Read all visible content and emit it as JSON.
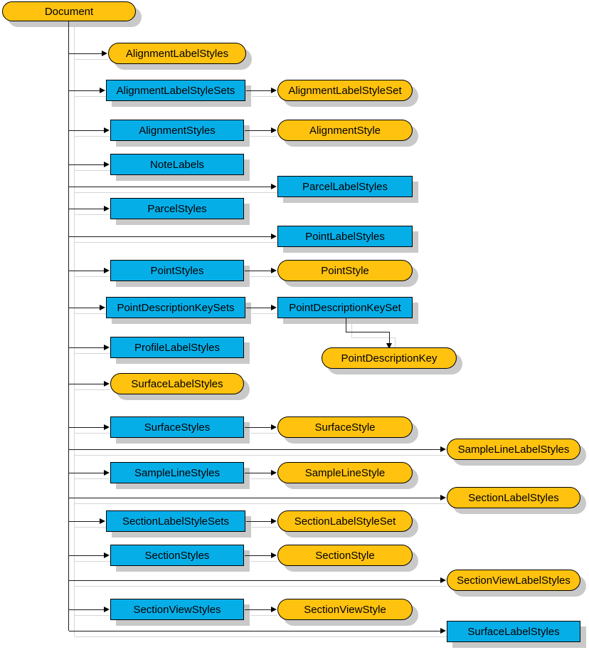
{
  "diagram": {
    "title": "Document",
    "colors": {
      "collection": "#06AEE8",
      "object": "#FFC20E",
      "shadow": "#c9c9c9",
      "line": "#1a1a1a",
      "ghost_line": "#d6d6d6",
      "background": "#ffffff"
    },
    "root": {
      "label": "Document",
      "shape": "rounded",
      "color": "object"
    },
    "column1": [
      {
        "label": "AlignmentLabelStyles",
        "shape": "rounded",
        "color": "object"
      },
      {
        "label": "AlignmentLabelStyleSets",
        "shape": "rectangle",
        "color": "collection"
      },
      {
        "label": "AlignmentStyles",
        "shape": "rectangle",
        "color": "collection"
      },
      {
        "label": "NoteLabels",
        "shape": "rectangle",
        "color": "collection"
      },
      {
        "label": "ParcelStyles",
        "shape": "rectangle",
        "color": "collection"
      },
      {
        "label": "PointStyles",
        "shape": "rectangle",
        "color": "collection"
      },
      {
        "label": "PointDescriptionKeySets",
        "shape": "rectangle",
        "color": "collection"
      },
      {
        "label": "ProfileLabelStyles",
        "shape": "rectangle",
        "color": "collection"
      },
      {
        "label": "SurfaceLabelStyles",
        "shape": "rounded",
        "color": "object"
      },
      {
        "label": "SurfaceStyles",
        "shape": "rectangle",
        "color": "collection"
      },
      {
        "label": "SampleLineStyles",
        "shape": "rectangle",
        "color": "collection"
      },
      {
        "label": "SectionLabelStyleSets",
        "shape": "rectangle",
        "color": "collection"
      },
      {
        "label": "SectionStyles",
        "shape": "rectangle",
        "color": "collection"
      },
      {
        "label": "SectionViewStyles",
        "shape": "rectangle",
        "color": "collection"
      }
    ],
    "column2": [
      {
        "label": "AlignmentLabelStyleSet",
        "shape": "rounded",
        "color": "object"
      },
      {
        "label": "AlignmentStyle",
        "shape": "rounded",
        "color": "object"
      },
      {
        "label": "ParcelLabelStyles",
        "shape": "rectangle",
        "color": "collection"
      },
      {
        "label": "PointLabelStyles",
        "shape": "rectangle",
        "color": "collection"
      },
      {
        "label": "PointStyle",
        "shape": "rounded",
        "color": "object"
      },
      {
        "label": "PointDescriptionKeySet",
        "shape": "rectangle",
        "color": "collection"
      },
      {
        "label": "PointDescriptionKey",
        "shape": "rounded",
        "color": "object"
      },
      {
        "label": "SurfaceStyle",
        "shape": "rounded",
        "color": "object"
      },
      {
        "label": "SampleLineStyle",
        "shape": "rounded",
        "color": "object"
      },
      {
        "label": "SectionLabelStyleSet",
        "shape": "rounded",
        "color": "object"
      },
      {
        "label": "SectionStyle",
        "shape": "rounded",
        "color": "object"
      },
      {
        "label": "SectionViewStyle",
        "shape": "rounded",
        "color": "object"
      }
    ],
    "column3": [
      {
        "label": "SampleLineLabelStyles",
        "shape": "rounded",
        "color": "object"
      },
      {
        "label": "SectionLabelStyles",
        "shape": "rounded",
        "color": "object"
      },
      {
        "label": "SectionViewLabelStyles",
        "shape": "rounded",
        "color": "object"
      },
      {
        "label": "SurfaceLabelStyles",
        "shape": "rectangle",
        "color": "collection"
      }
    ]
  }
}
